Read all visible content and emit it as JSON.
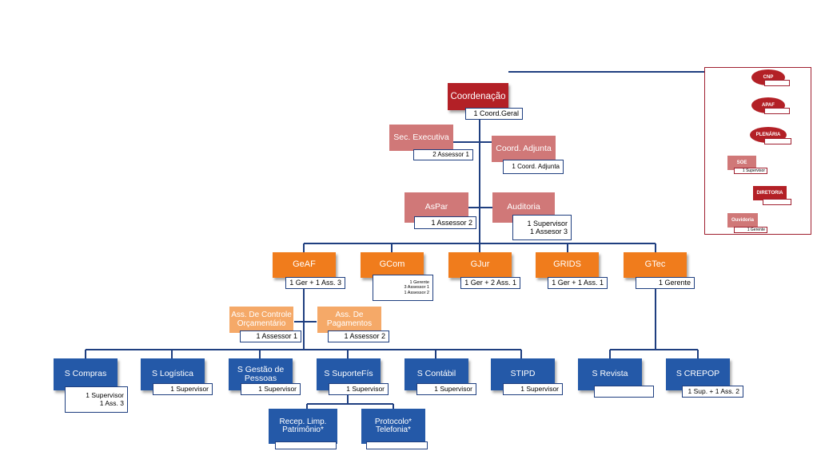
{
  "top": {
    "coord": {
      "title": "Coordenação",
      "staff": "1 Coord.Geral"
    },
    "sec_exec": {
      "title": "Sec. Executiva",
      "staff": "2 Assessor 1"
    },
    "coord_adj": {
      "title": "Coord. Adjunta",
      "staff": "1 Coord. Adjunta"
    },
    "aspar": {
      "title": "AsPar",
      "staff": "1 Assessor 2"
    },
    "auditoria": {
      "title": "Auditoria",
      "staff": [
        "1 Supervisor",
        "1 Assesor 3"
      ]
    }
  },
  "managements": [
    {
      "title": "GeAF",
      "staff": [
        "1 Ger + 1 Ass. 3"
      ]
    },
    {
      "title": "GCom",
      "staff": [
        "1 Gerente",
        "3 Assessor 1",
        "1 Assessor 2"
      ]
    },
    {
      "title": "GJur",
      "staff": [
        "1 Ger + 2 Ass. 1"
      ]
    },
    {
      "title": "GRIDS",
      "staff": [
        "1 Ger + 1 Ass. 1"
      ]
    },
    {
      "title": "GTec",
      "staff": [
        "1 Gerente"
      ]
    }
  ],
  "geaf_advisors": [
    {
      "title": "Ass. De Controle Orçamentário",
      "staff": "1 Assessor 1"
    },
    {
      "title": "Ass. De Pagamentos",
      "staff": "1 Assessor 2"
    }
  ],
  "sectors": [
    {
      "title": "S Compras",
      "staff": [
        "1 Supervisor",
        "1 Ass. 3"
      ]
    },
    {
      "title": "S Logística",
      "staff": [
        "1 Supervisor"
      ]
    },
    {
      "title": "S Gestão de Pessoas",
      "staff": [
        "1 Supervisor"
      ]
    },
    {
      "title": "S SuporteFís",
      "staff": [
        "1 Supervisor"
      ]
    },
    {
      "title": "S Contábil",
      "staff": [
        "1 Supervisor"
      ]
    },
    {
      "title": "STIPD",
      "staff": [
        "1 Supervisor"
      ]
    }
  ],
  "gtec_sectors": [
    {
      "title": "S Revista",
      "staff": []
    },
    {
      "title": "S CREPOP",
      "staff": [
        "1 Sup. + 1 Ass. 2"
      ]
    }
  ],
  "suporte_units": [
    {
      "title": "Recep. Limp. Patrimônio*"
    },
    {
      "title": "Protocolo* Telefonia*"
    }
  ],
  "side_panel": {
    "cnp": "CNP",
    "apaf": "APAF",
    "plenaria": "PLENÁRIA",
    "soe": "SOE",
    "soe_staff": "1 Supervisor",
    "diretoria": "DIRETORIA",
    "ouvidoria": "Ouvidoria",
    "ouvidoria_staff": "1 Gerente"
  },
  "colors": {
    "red": "#b32026",
    "pink": "#d07878",
    "orange": "#f07c1c",
    "peach": "#f5a968",
    "blue": "#2459a8",
    "line": "#1f3f80"
  }
}
